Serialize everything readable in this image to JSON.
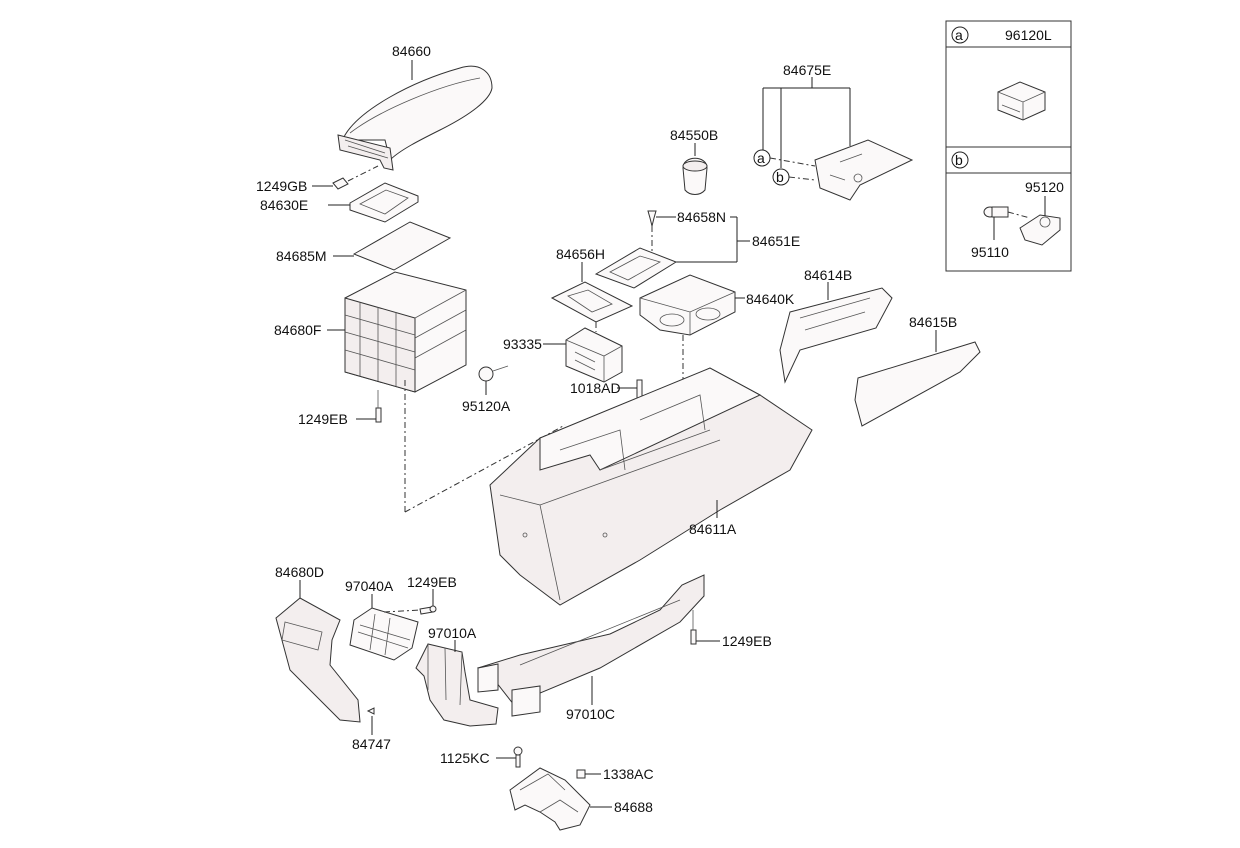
{
  "diagram_title": "Console parts exploded view",
  "labels": {
    "p84660": "84660",
    "p1249GB": "1249GB",
    "p84630E": "84630E",
    "p84685M": "84685M",
    "p84680F": "84680F",
    "p1249EB_a": "1249EB",
    "p95120A": "95120A",
    "p84550B": "84550B",
    "p84675E": "84675E",
    "p84658N": "84658N",
    "p84651E": "84651E",
    "p84656H": "84656H",
    "p84640K": "84640K",
    "p93335": "93335",
    "p1018AD": "1018AD",
    "p84614B": "84614B",
    "p84615B": "84615B",
    "p84611A": "84611A",
    "p84680D": "84680D",
    "p97040A": "97040A",
    "p1249EB_b": "1249EB",
    "p97010A": "97010A",
    "p84747": "84747",
    "p1249EB_c": "1249EB",
    "p97010C": "97010C",
    "p1125KC": "1125KC",
    "p1338AC": "1338AC",
    "p84688": "84688",
    "callout_a": "a",
    "callout_b": "b"
  },
  "legend_box": {
    "a": {
      "marker": "a",
      "part": "96120L"
    },
    "b": {
      "marker": "b",
      "parts": [
        "95120",
        "95110"
      ]
    }
  }
}
